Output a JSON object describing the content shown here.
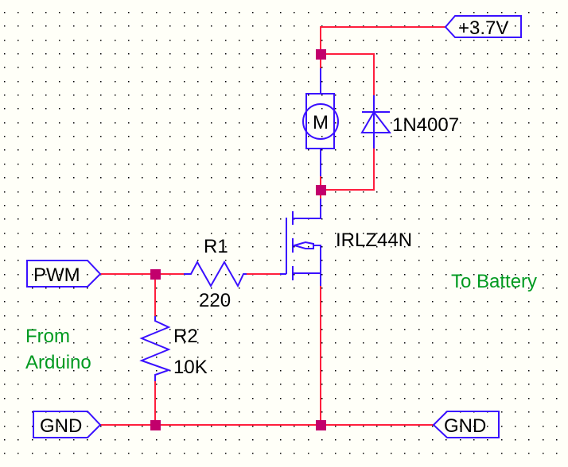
{
  "colors": {
    "wire": "#ff1f3d",
    "component": "#3a10ff",
    "junction": "#c2006c",
    "note": "#009a20",
    "text": "#000000",
    "background": "#fffff8"
  },
  "ports": {
    "supply": "+3.7V",
    "pwm": "PWM",
    "gnd_left": "GND",
    "gnd_right": "GND"
  },
  "components": {
    "r1": {
      "ref": "R1",
      "value": "220"
    },
    "r2": {
      "ref": "R2",
      "value": "10K"
    },
    "mosfet": {
      "ref": "IRLZ44N"
    },
    "diode": {
      "ref": "1N4007"
    },
    "motor": {
      "symbol": "M"
    }
  },
  "notes": {
    "from_line1": "From",
    "from_line2": "Arduino",
    "to_battery": "To Battery"
  }
}
